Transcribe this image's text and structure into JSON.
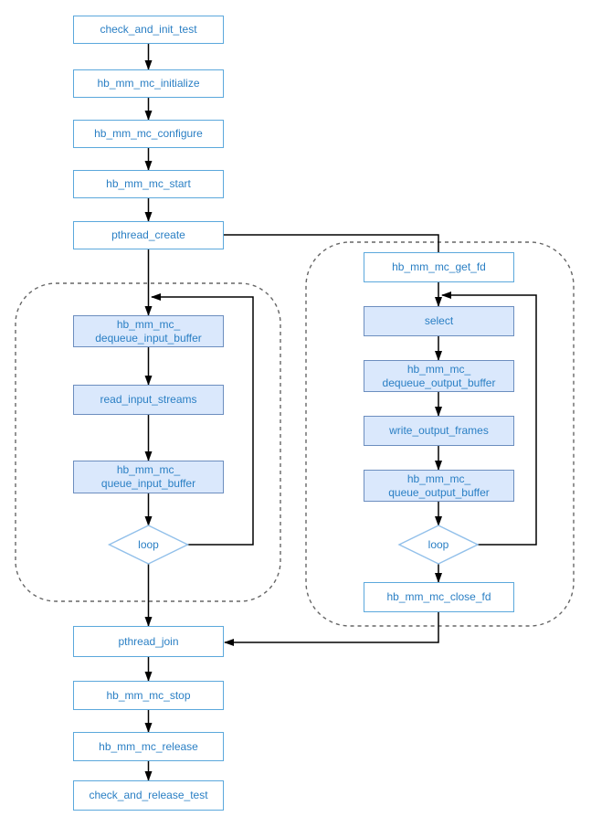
{
  "diagram": {
    "type": "flowchart",
    "nodes": {
      "check_and_init_test": "check_and_init_test",
      "hb_mm_mc_initialize": "hb_mm_mc_initialize",
      "hb_mm_mc_configure": "hb_mm_mc_configure",
      "hb_mm_mc_start": "hb_mm_mc_start",
      "pthread_create": "pthread_create",
      "dequeue_input_buffer": "hb_mm_mc_\ndequeue_input_buffer",
      "read_input_streams": "read_input_streams",
      "queue_input_buffer": "hb_mm_mc_\nqueue_input_buffer",
      "input_loop": "loop",
      "get_fd": "hb_mm_mc_get_fd",
      "select": "select",
      "dequeue_output_buffer": "hb_mm_mc_\ndequeue_output_buffer",
      "write_output_frames": "write_output_frames",
      "queue_output_buffer": "hb_mm_mc_\nqueue_output_buffer",
      "output_loop": "loop",
      "close_fd": "hb_mm_mc_close_fd",
      "pthread_join": "pthread_join",
      "hb_mm_mc_stop": "hb_mm_mc_stop",
      "hb_mm_mc_release": "hb_mm_mc_release",
      "check_and_release_test": "check_and_release_test"
    },
    "colors": {
      "plain_node_border": "#5ba8dc",
      "plain_node_fill": "#ffffff",
      "filled_node_fill": "#dae8fc",
      "filled_node_border": "#6c8ebf",
      "node_text": "#2a7fc4",
      "diamond_border": "#92c0ea",
      "container_border": "#666666",
      "connector": "#000000"
    }
  }
}
